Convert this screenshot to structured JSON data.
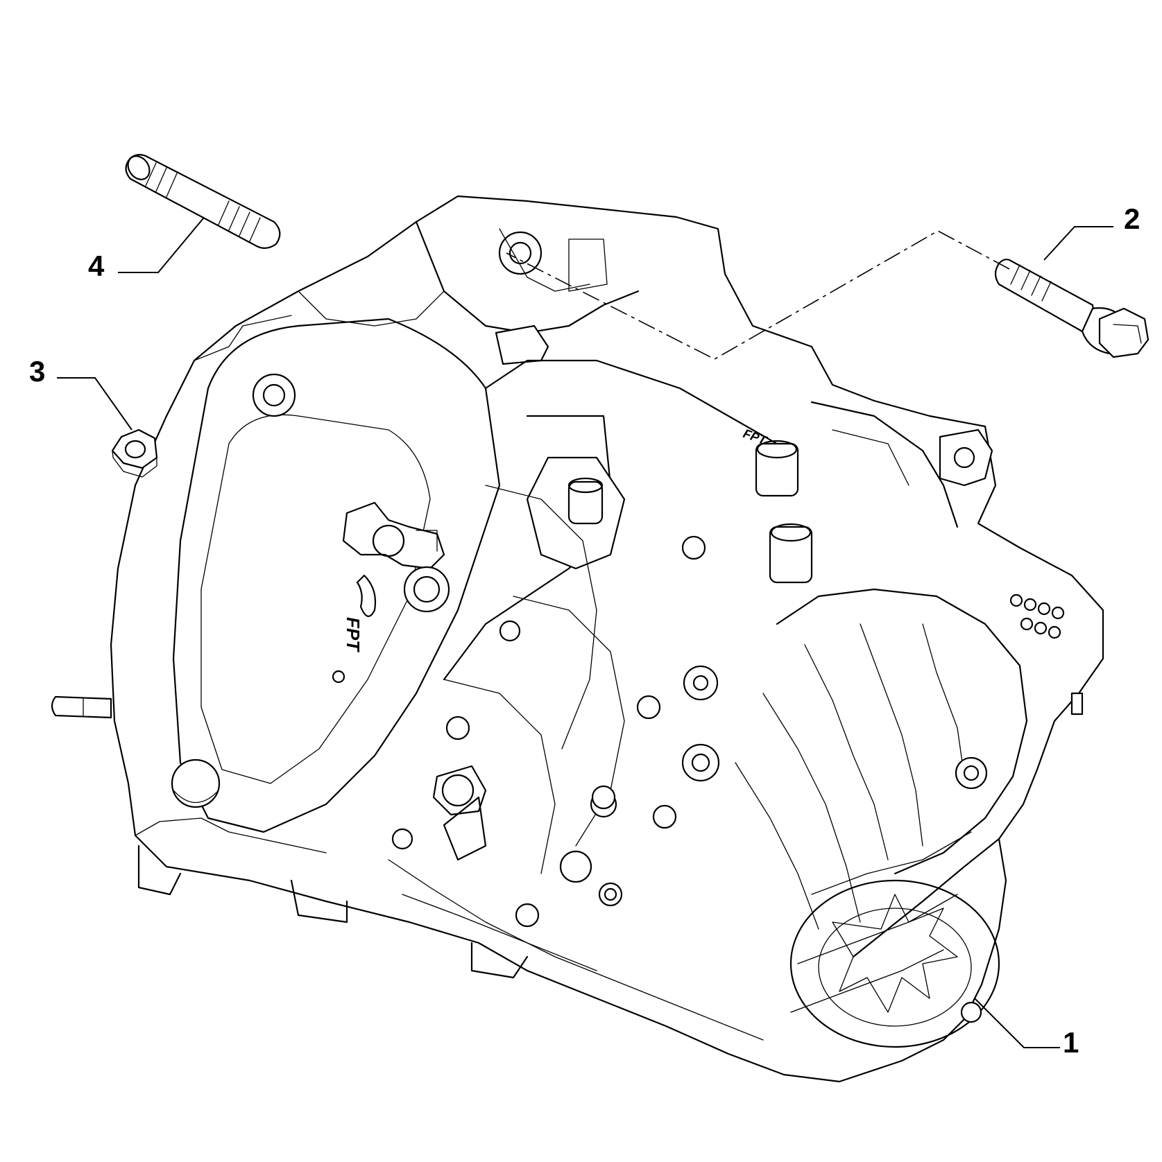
{
  "callouts": [
    {
      "id": "1",
      "label": "1",
      "part": "transmission-housing"
    },
    {
      "id": "2",
      "label": "2",
      "part": "flange-bolt"
    },
    {
      "id": "3",
      "label": "3",
      "part": "hex-nut"
    },
    {
      "id": "4",
      "label": "4",
      "part": "stud"
    }
  ],
  "logo": {
    "text": "FPT"
  },
  "colors": {
    "line": "#000000",
    "background": "#ffffff"
  }
}
